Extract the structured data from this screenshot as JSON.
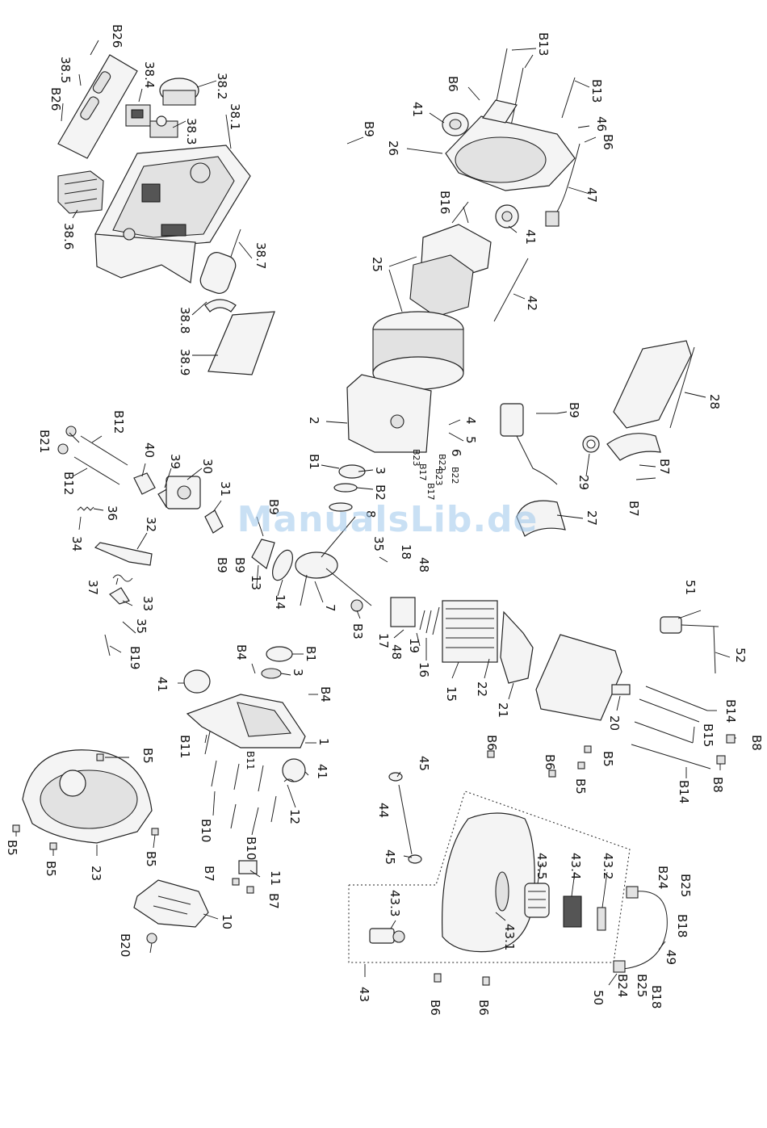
{
  "watermark": "ManualsLib.de",
  "labels": {
    "l_B26a": "B26",
    "l_385": "38.5",
    "l_B26b": "B26",
    "l_384": "38.4",
    "l_382": "38.2",
    "l_383": "38.3",
    "l_381": "38.1",
    "l_386": "38.6",
    "l_387": "38.7",
    "l_388": "38.8",
    "l_389": "38.9",
    "l_B13a": "B13",
    "l_B6a": "B6",
    "l_41a": "41",
    "l_B13b": "B13",
    "l_46": "46",
    "l_B6b": "B6",
    "l_B9a": "B9",
    "l_26": "26",
    "l_47": "47",
    "l_B16": "B16",
    "l_41b": "41",
    "l_25": "25",
    "l_42": "42",
    "l_28": "28",
    "l_B9b": "B9",
    "l_2": "2",
    "l_4": "4",
    "l_5": "5",
    "l_29": "29",
    "l_B7a": "B7",
    "l_B7b": "B7",
    "l_6": "6",
    "l_B22a": "B22",
    "l_B23a": "B23",
    "l_B17a": "B17",
    "l_B22b": "B22",
    "l_B23b": "B23",
    "l_B17b": "B17",
    "l_B1a": "B1",
    "l_3a": "3",
    "l_B2": "B2",
    "l_8": "8",
    "l_27": "27",
    "l_B21": "B21",
    "l_B12a": "B12",
    "l_B12b": "B12",
    "l_40": "40",
    "l_39": "39",
    "l_30": "30",
    "l_31": "31",
    "l_36": "36",
    "l_34": "34",
    "l_32": "32",
    "l_B9c": "B9",
    "l_B9d": "B9",
    "l_B9e": "B9",
    "l_13": "13",
    "l_14": "14",
    "l_35a": "35",
    "l_18": "18",
    "l_7": "7",
    "l_37": "37",
    "l_33": "33",
    "l_35b": "35",
    "l_B19": "B19",
    "l_B3": "B3",
    "l_48a": "48",
    "l_17": "17",
    "l_19": "19",
    "l_48b": "48",
    "l_16": "16",
    "l_15": "15",
    "l_22": "22",
    "l_21": "21",
    "l_51": "51",
    "l_52": "52",
    "l_20": "20",
    "l_B4a": "B4",
    "l_B1b": "B1",
    "l_3b": "3",
    "l_B4b": "B4",
    "l_41c": "41",
    "l_1": "1",
    "l_B11a": "B11",
    "l_B11b": "B11",
    "l_41d": "41",
    "l_12": "12",
    "l_B10a": "B10",
    "l_B10b": "B10",
    "l_B5a": "B5",
    "l_B5b": "B5",
    "l_B5c": "B5",
    "l_B5d": "B5",
    "l_23": "23",
    "l_B7c": "B7",
    "l_B7d": "B7",
    "l_11": "11",
    "l_10": "10",
    "l_B20": "B20",
    "l_B14a": "B14",
    "l_B15": "B15",
    "l_B8a": "B8",
    "l_B8b": "B8",
    "l_B14b": "B14",
    "l_B6c": "B6",
    "l_B5e": "B5",
    "l_B6d": "B6",
    "l_B5f": "B5",
    "l_45a": "45",
    "l_44": "44",
    "l_45b": "45",
    "l_435": "43.5",
    "l_434": "43.4",
    "l_432": "43.2",
    "l_433": "43.3",
    "l_431": "43.1",
    "l_43": "43",
    "l_B24a": "B24",
    "l_B25a": "B25",
    "l_B18a": "B18",
    "l_49": "49",
    "l_50": "50",
    "l_B24b": "B24",
    "l_B25b": "B25",
    "l_B18b": "B18",
    "l_B6e": "B6",
    "l_B6f": "B6"
  }
}
